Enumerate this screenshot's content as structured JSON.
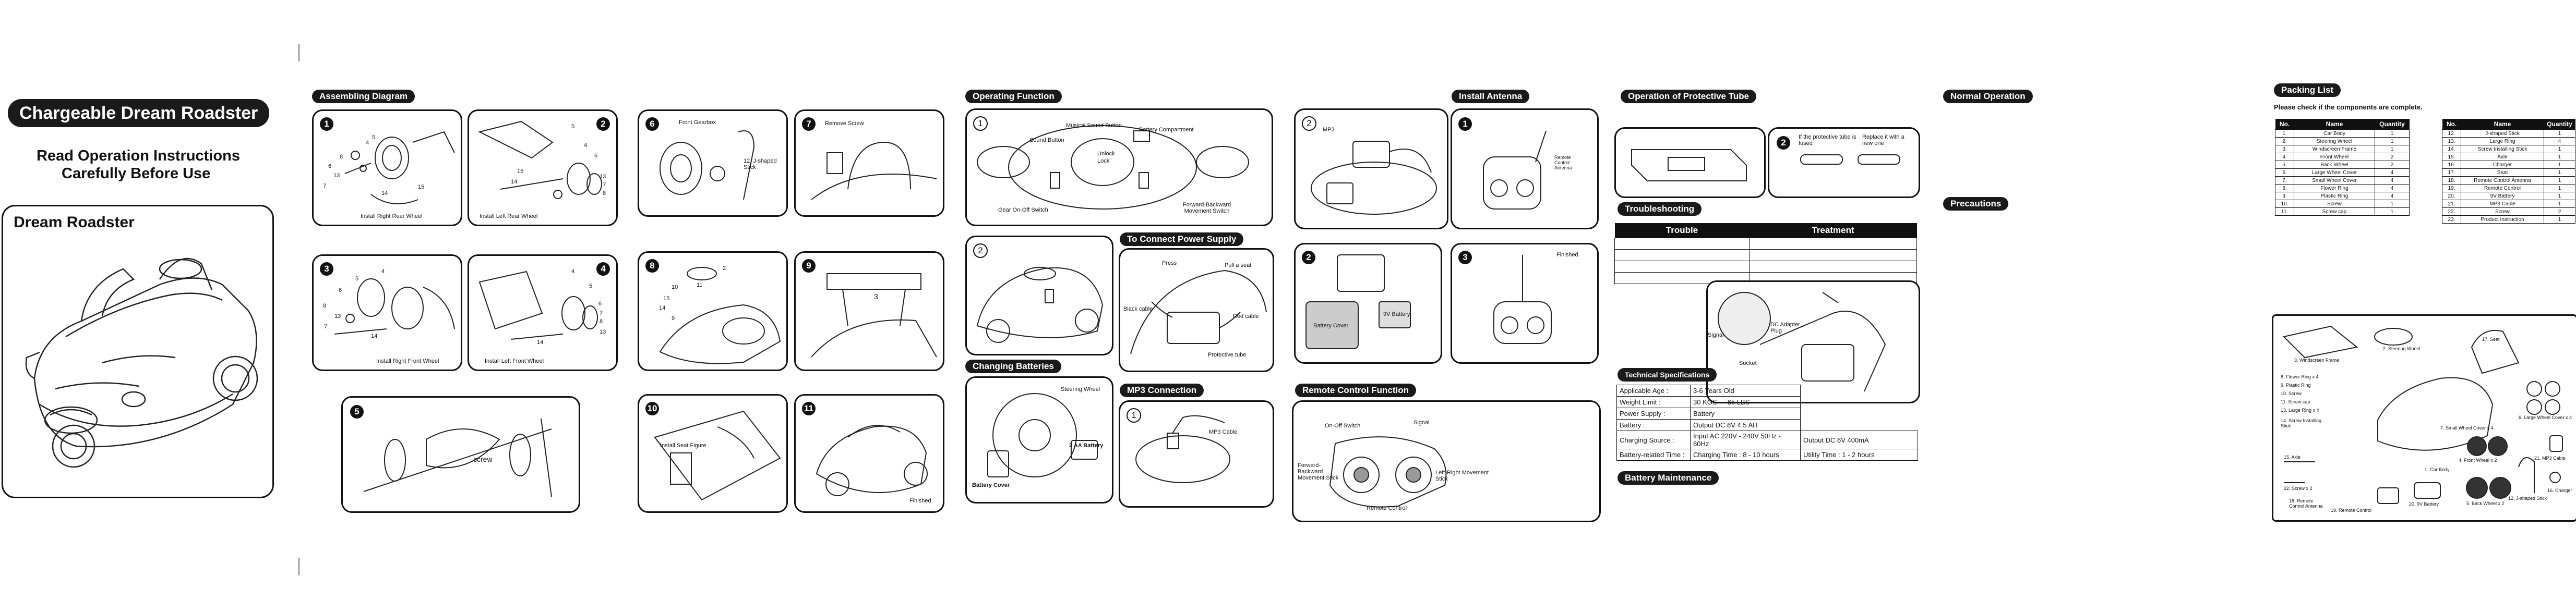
{
  "cover": {
    "title": "Chargeable Dream Roadster",
    "subtitle_line1": "Read Operation Instructions",
    "subtitle_line2": "Carefully Before Use",
    "product_name": "Dream Roadster"
  },
  "assembly": {
    "heading": "Assembling Diagram",
    "steps": [
      {
        "num": "1",
        "caption": "Install Right Rear Wheel",
        "labels": [
          "4",
          "5",
          "6",
          "7",
          "8",
          "13",
          "14",
          "15"
        ]
      },
      {
        "num": "2",
        "caption": "Install Left Rear Wheel",
        "labels": [
          "4",
          "5",
          "6",
          "7",
          "8",
          "13",
          "14",
          "15"
        ]
      },
      {
        "num": "3",
        "caption": "Install Right Front Wheel",
        "labels": [
          "4",
          "5",
          "6",
          "7",
          "8",
          "13",
          "14"
        ]
      },
      {
        "num": "4",
        "caption": "Install Left Front Wheel",
        "labels": [
          "4",
          "5",
          "6",
          "7",
          "8",
          "13",
          "14"
        ]
      },
      {
        "num": "5",
        "caption": "",
        "labels": [
          "screw"
        ]
      },
      {
        "num": "6",
        "caption": "Front Gearbox",
        "labels": [
          "12. J-shaped Stick"
        ]
      },
      {
        "num": "7",
        "caption": "Remove Screw",
        "labels": []
      },
      {
        "num": "8",
        "caption": "",
        "labels": [
          "2",
          "10",
          "11",
          "15",
          "14",
          "9"
        ]
      },
      {
        "num": "9",
        "caption": "",
        "labels": [
          "3"
        ]
      },
      {
        "num": "10",
        "caption": "Install Seat Figure",
        "labels": []
      },
      {
        "num": "11",
        "caption": "Finished",
        "labels": []
      }
    ]
  },
  "operating": {
    "heading": "Operating Function",
    "labels": [
      "Musical Sound Button",
      "Battery Compartment",
      "Sound Button",
      "Unlock",
      "Lock",
      "Gear On-Off Switch",
      "Forward-Backward Movement Switch"
    ],
    "step1": "1",
    "step2": "2"
  },
  "power": {
    "heading": "To Connect Power Supply",
    "labels": [
      "Press",
      "Pull a seat",
      "Black cable",
      "Red cable",
      "Protective tube"
    ]
  },
  "changing": {
    "heading": "Changing Batteries",
    "labels": [
      "Steering Wheel",
      "2 AA Battery",
      "Battery Cover"
    ]
  },
  "mp3": {
    "heading": "MP3 Connection",
    "step": "1",
    "labels": [
      "MP3 Cable"
    ]
  },
  "antenna": {
    "heading": "Install Antenna",
    "labels": [
      "MP3",
      "Remote Control Antenna",
      "Battery Cover",
      "9V Battery",
      "Finished"
    ],
    "steps": [
      "1",
      "2",
      "2",
      "3"
    ]
  },
  "remote_fn": {
    "heading": "Remote Control Function",
    "labels": [
      "On-Off Switch",
      "Signal",
      "Forward-Backward Movement Stick",
      "Left-Right Movement Stick",
      "Remote Control"
    ]
  },
  "protective": {
    "heading": "Operation of Protective Tube",
    "step2": "2",
    "label_a": "If the protective tube is fused",
    "label_b": "Replace it with a new one"
  },
  "trouble": {
    "heading": "Troubleshooting",
    "col1": "Trouble",
    "col2": "Treatment",
    "rows": 4,
    "labels": [
      "Signal",
      "DC Adapter Plug",
      "Socket"
    ]
  },
  "specs": {
    "heading": "Technical Specifications",
    "rows": [
      [
        "Applicable Age :",
        "3-6 Years Old"
      ],
      [
        "Weight Limit :",
        "30 KGS  ---  65 LBS"
      ],
      [
        "Power Supply :",
        "Battery"
      ],
      [
        "Battery :",
        "Output  DC 6V  4.5 AH"
      ],
      [
        "Charging Source :",
        "Input AC 220V - 240V   50Hz - 60Hz",
        "Output  DC 6V   400mA"
      ],
      [
        "Battery-related Time :",
        "Charging Time : 8 - 10 hours",
        "Utility Time : 1 - 2 hours"
      ]
    ]
  },
  "battery_maint": {
    "heading": "Battery Maintenance"
  },
  "normal_op": {
    "heading": "Normal Operation"
  },
  "precautions": {
    "heading": "Precautions"
  },
  "packing": {
    "heading": "Packing List",
    "note": "Please check if the components are complete.",
    "headers": [
      "No.",
      "Name",
      "Quantity"
    ],
    "left": [
      [
        "1.",
        "Car Body",
        "1"
      ],
      [
        "2.",
        "Steering Wheel",
        "1"
      ],
      [
        "3.",
        "Windscreen Frame",
        "1"
      ],
      [
        "4.",
        "Front Wheel",
        "2"
      ],
      [
        "5.",
        "Back Wheel",
        "2"
      ],
      [
        "6.",
        "Large Wheel Cover",
        "4"
      ],
      [
        "7.",
        "Small Wheel Cover",
        "4"
      ],
      [
        "8.",
        "Flower Ring",
        "4"
      ],
      [
        "9.",
        "Plastic Ring",
        "4"
      ],
      [
        "10.",
        "Screw",
        "1"
      ],
      [
        "11.",
        "Screw cap",
        "1"
      ]
    ],
    "right": [
      [
        "12.",
        "J-shaped Stick",
        "1"
      ],
      [
        "13.",
        "Large Ring",
        "4"
      ],
      [
        "14.",
        "Screw Installing Stick",
        "1"
      ],
      [
        "15.",
        "Axle",
        "1"
      ],
      [
        "16.",
        "Charger",
        "1"
      ],
      [
        "17.",
        "Seat",
        "1"
      ],
      [
        "18.",
        "Remote Control Antenna",
        "1"
      ],
      [
        "19.",
        "Remote Control",
        "1"
      ],
      [
        "20.",
        "9V Battery",
        "1"
      ],
      [
        "21.",
        "MP3 Cable",
        "1"
      ],
      [
        "22.",
        "Screw",
        "2"
      ],
      [
        "23.",
        "Product Instruction",
        "1"
      ]
    ],
    "parts_labels": [
      "3. Windscreen Frame",
      "2. Steering Wheel",
      "17. Seat",
      "8. Flower Ring x 4",
      "9. Plastic Ring",
      "10. Screw",
      "11. Screw cap",
      "13. Large Ring x 4",
      "14. Screw Installing Stick",
      "6. Large Wheel Cover x 4",
      "7. Small Wheel Cover x 4",
      "4. Front Wheel x 2",
      "21. MP3 Cable",
      "1. Car Body",
      "15. Axle",
      "22. Screw x 2",
      "5. Back Wheel x 2",
      "12. J-shaped Stick",
      "16. Charger",
      "18. Remote Control Antenna",
      "19. Remote Control",
      "20. 9V Battery"
    ]
  }
}
